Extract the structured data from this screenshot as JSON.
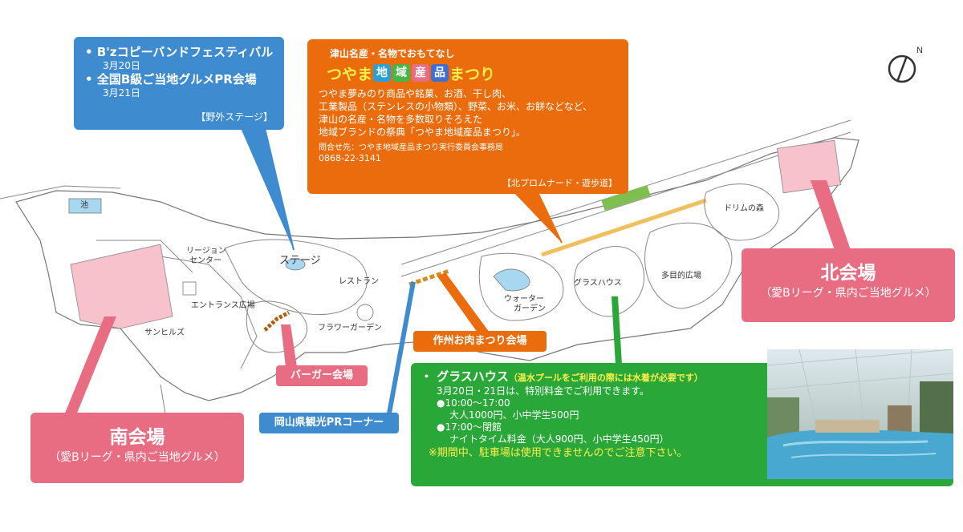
{
  "blue_box": {
    "item1": "B'zコピーバンドフェスティバル",
    "date1": "3月20日",
    "item2": "全国B級ご当地グルメPR会場",
    "date2": "3月21日",
    "venue": "【野外ステージ】"
  },
  "orange_box": {
    "subtitle": "津山名産・名物でおもてなし",
    "fest_a": "つやま",
    "tiles": [
      {
        "char": "地",
        "color": "#2aa1d6"
      },
      {
        "char": "域",
        "color": "#47b54a"
      },
      {
        "char": "産",
        "color": "#e86d83"
      },
      {
        "char": "品",
        "color": "#3f6fd0"
      }
    ],
    "fest_b": "まつり",
    "body": [
      "つやま夢みのり商品や銘菓、お酒、干し肉、",
      "工業製品（ステンレスの小物類）、野菜、お米、お餅などなど、",
      "津山の名産・名物を多数取りそろえた",
      "地域ブランドの祭典「つやま地域産品まつり」。"
    ],
    "contact": "問合せ先：つやま地域産品まつり実行委員会事務局",
    "tel": "0868-22-3141",
    "venue": "【北プロムナード・遊歩道】"
  },
  "north": {
    "title": "北会場",
    "sub": "（愛Bリーグ・県内ご当地グルメ）"
  },
  "south": {
    "title": "南会場",
    "sub": "（愛Bリーグ・県内ご当地グルメ）"
  },
  "tags": {
    "meat": "作州お肉まつり会場",
    "burger": "バーガー会場",
    "pr": "岡山県観光PRコーナー"
  },
  "green_box": {
    "title": "・ グラスハウス",
    "note": "（温水プールをご利用の際には水着が必要です）",
    "lines": [
      "3月20日・21日は、特別料金でご利用できます。",
      "●10:00〜17:00",
      "大人1000円、小中学生500円",
      "●17:00〜閉館",
      "ナイトタイム料金（大人900円、小中学生450円）"
    ],
    "warning": "※期間中、駐車場は使用できませんのでご注意下さい。"
  },
  "map_labels": {
    "pond": "池",
    "region1": "リージョン",
    "region2": "センター",
    "stage": "ステージ",
    "restaurant": "レストラン",
    "entrance": "エントランス広場",
    "sunhills": "サンヒルズ",
    "flower": "フラワーガーデン",
    "water1": "ウォーター",
    "water2": "ガーデン",
    "glasshouse": "グラスハウス",
    "multi": "多目的広場",
    "dream": "ドリムの森",
    "compass": "N"
  },
  "colors": {
    "blue": "#3f8bd0",
    "orange": "#ea6c0d",
    "pink": "#e86d83",
    "green": "#2aa739",
    "yellow": "#fff04a",
    "road": "#f0c060"
  }
}
